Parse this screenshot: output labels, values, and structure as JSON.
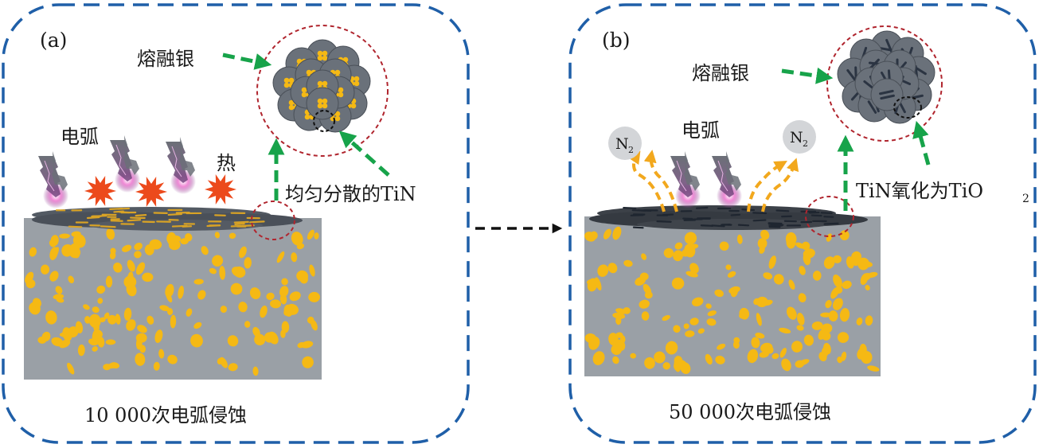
{
  "colors": {
    "panel_border": "#1f5fa8",
    "substrate": "#9aa0a6",
    "particle": "#f5b914",
    "melt_layer": "#4f5560",
    "green_arrow": "#17a34a",
    "red_dashed": "#b0252e",
    "heat_burst": "#ec4a1c",
    "n2_bubble": "#d3d5d8",
    "n2_arrow": "#f2a81d",
    "transition_arrow": "#111111"
  },
  "panel_a": {
    "label": "(a)",
    "molten_silver_label": "熔融银",
    "arc_label": "电弧",
    "heat_label": "热",
    "dispersed_tin_label": "均匀分散的TiN",
    "caption": "10 000次电弧侵蚀",
    "icons": [
      "lightning-arc-icon",
      "heat-burst-icon"
    ]
  },
  "panel_b": {
    "label": "(b)",
    "molten_silver_label": "熔融银",
    "arc_label": "电弧",
    "n2_left": {
      "main": "N",
      "sub": "2"
    },
    "n2_right": {
      "main": "N",
      "sub": "2"
    },
    "oxidized_label": {
      "prefix": "TiN氧化为TiO",
      "sub": "2"
    },
    "caption": "50 000次电弧侵蚀",
    "icons": [
      "lightning-arc-icon",
      "gas-escape-arrow-icon"
    ]
  }
}
